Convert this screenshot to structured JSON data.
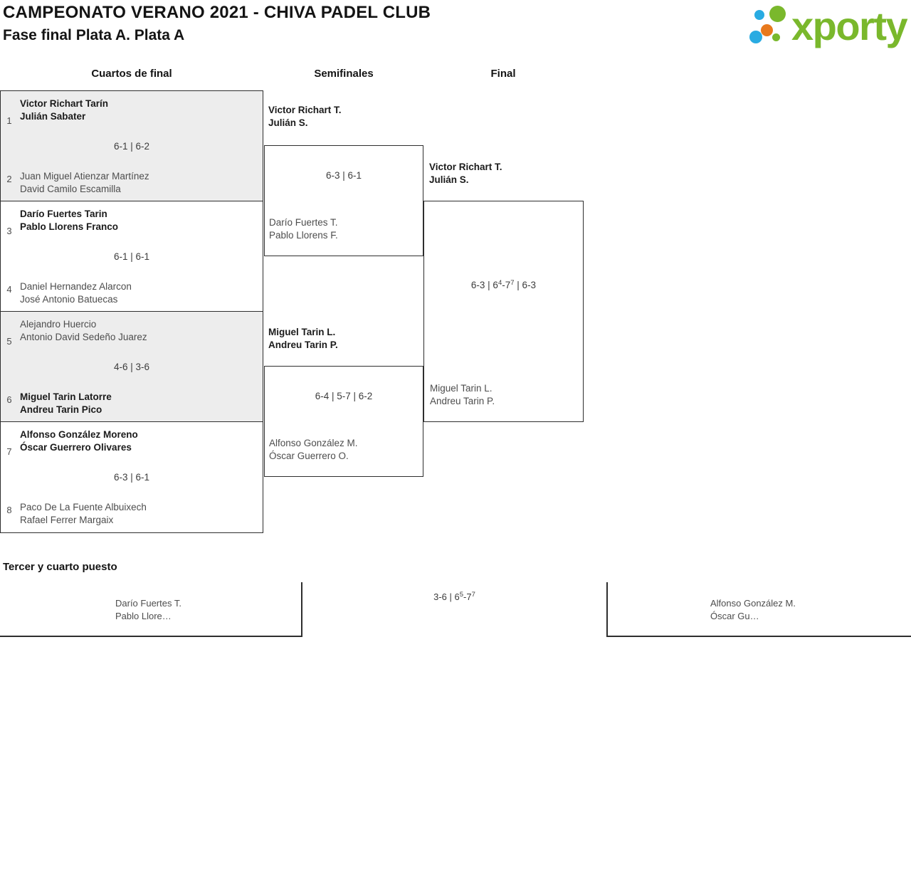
{
  "header": {
    "title": "CAMPEONATO VERANO 2021 - CHIVA PADEL CLUB",
    "subtitle": "Fase final Plata A. Plata A"
  },
  "logo": {
    "text": "xporty",
    "colors": {
      "green": "#7ab82c",
      "blue": "#29abe2",
      "orange": "#e8791d"
    }
  },
  "round_headers": {
    "quarterfinals": "Cuartos de final",
    "semifinals": "Semifinales",
    "final": "Final"
  },
  "bracket": {
    "quarterfinals": [
      {
        "score": "6-1 | 6-2",
        "team1": {
          "seed": "1",
          "players": [
            "Victor Richart Tarín",
            "Julián Sabater"
          ],
          "winner": true
        },
        "team2": {
          "seed": "2",
          "players": [
            "Juan Miguel Atienzar Martínez",
            "David Camilo Escamilla"
          ],
          "winner": false
        }
      },
      {
        "score": "6-1 | 6-1",
        "team1": {
          "seed": "3",
          "players": [
            "Darío Fuertes Tarin",
            "Pablo Llorens Franco"
          ],
          "winner": true
        },
        "team2": {
          "seed": "4",
          "players": [
            "Daniel Hernandez Alarcon",
            "José Antonio Batuecas"
          ],
          "winner": false
        }
      },
      {
        "score": "4-6 | 3-6",
        "team1": {
          "seed": "5",
          "players": [
            "Alejandro Huercio",
            "Antonio David Sedeño Juarez"
          ],
          "winner": false
        },
        "team2": {
          "seed": "6",
          "players": [
            "Miguel Tarin Latorre",
            "Andreu Tarin Pico"
          ],
          "winner": true
        }
      },
      {
        "score": "6-3 | 6-1",
        "team1": {
          "seed": "7",
          "players": [
            "Alfonso González Moreno",
            "Óscar Guerrero Olivares"
          ],
          "winner": true
        },
        "team2": {
          "seed": "8",
          "players": [
            "Paco De La Fuente Albuixech",
            "Rafael Ferrer Margaix"
          ],
          "winner": false
        }
      }
    ],
    "semifinals": [
      {
        "winner_label": [
          "Victor Richart T.",
          "Julián S."
        ],
        "score": "6-3 | 6-1",
        "bottom_label": [
          "Darío Fuertes T.",
          "Pablo Llorens F."
        ]
      },
      {
        "winner_label": [
          "Miguel Tarin L.",
          "Andreu Tarin P."
        ],
        "score": "6-4 | 5-7 | 6-2",
        "bottom_label": [
          "Alfonso González M.",
          "Óscar Guerrero O."
        ]
      }
    ],
    "final": {
      "team1_label": [
        "Victor Richart T.",
        "Julián S."
      ],
      "team2_label": [
        "Miguel Tarin L.",
        "Andreu Tarin P."
      ],
      "score_segments": [
        {
          "text": "6-3 | 6"
        },
        {
          "text": "4",
          "sup": true
        },
        {
          "text": "-7"
        },
        {
          "text": "7",
          "sup": true
        },
        {
          "text": " | 6-3"
        }
      ]
    }
  },
  "third_place": {
    "heading": "Tercer y cuarto puesto",
    "team1_label": [
      "Darío Fuertes T.",
      "Pablo Llore…"
    ],
    "team2_label": [
      "Alfonso González M.",
      "Óscar Gu…"
    ],
    "score_segments": [
      {
        "text": "3-6 | 6"
      },
      {
        "text": "5",
        "sup": true
      },
      {
        "text": "-7"
      },
      {
        "text": "7",
        "sup": true
      }
    ]
  }
}
